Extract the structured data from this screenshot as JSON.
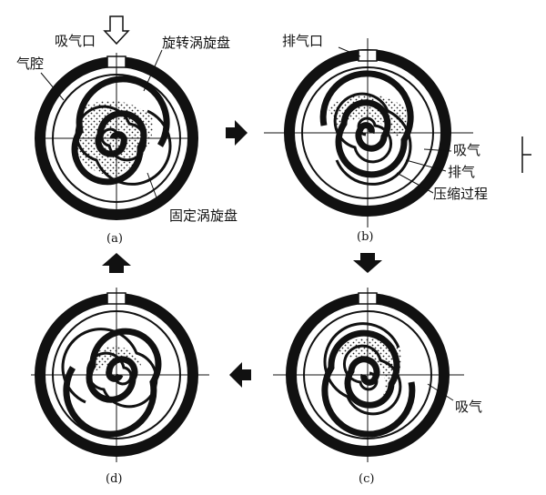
{
  "labels": {
    "inlet": "吸气口",
    "gas_chamber": "气腔",
    "orbiting_scroll": "旋转涡旋盘",
    "fixed_scroll": "固定涡旋盘",
    "outlet": "排气口",
    "suction_b": "吸气",
    "discharge_b": "排气",
    "compression": "压缩过程",
    "suction_c": "吸气"
  },
  "captions": {
    "a": "(a)",
    "b": "(b)",
    "c": "(c)",
    "d": "(d)"
  }
}
